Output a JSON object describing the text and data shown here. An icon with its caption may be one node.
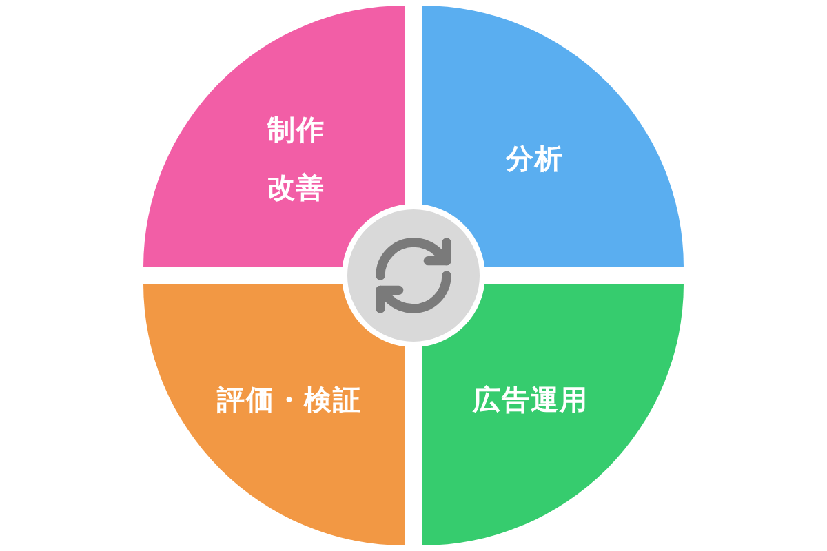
{
  "diagram": {
    "nodes": [
      {
        "text": [
          "制作",
          "改善"
        ]
      },
      {
        "text": [
          "分析"
        ]
      },
      {
        "text": [
          "評価・検証"
        ]
      },
      {
        "text": [
          "広告運用"
        ]
      },
      {
        "text": [],
        "shape": "circle"
      }
    ]
  }
}
